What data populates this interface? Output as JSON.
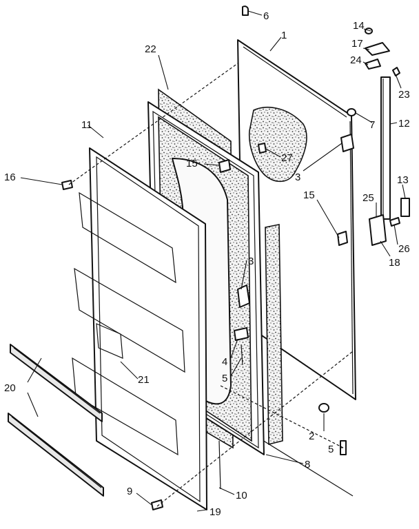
{
  "diagram": {
    "callouts": [
      {
        "id": "1",
        "text": "1"
      },
      {
        "id": "2",
        "text": "2"
      },
      {
        "id": "3a",
        "text": "3"
      },
      {
        "id": "3b",
        "text": "3"
      },
      {
        "id": "4",
        "text": "4"
      },
      {
        "id": "5a",
        "text": "5"
      },
      {
        "id": "5b",
        "text": "5"
      },
      {
        "id": "6",
        "text": "6"
      },
      {
        "id": "7",
        "text": "7"
      },
      {
        "id": "8",
        "text": "8"
      },
      {
        "id": "9",
        "text": "9"
      },
      {
        "id": "10",
        "text": "10"
      },
      {
        "id": "11",
        "text": "11"
      },
      {
        "id": "12",
        "text": "12"
      },
      {
        "id": "13",
        "text": "13"
      },
      {
        "id": "14",
        "text": "14"
      },
      {
        "id": "15a",
        "text": "15"
      },
      {
        "id": "15b",
        "text": "15"
      },
      {
        "id": "16",
        "text": "16"
      },
      {
        "id": "17",
        "text": "17"
      },
      {
        "id": "18",
        "text": "18"
      },
      {
        "id": "19",
        "text": "19"
      },
      {
        "id": "20",
        "text": "20"
      },
      {
        "id": "21",
        "text": "21"
      },
      {
        "id": "22",
        "text": "22"
      },
      {
        "id": "23",
        "text": "23"
      },
      {
        "id": "24",
        "text": "24"
      },
      {
        "id": "25",
        "text": "25"
      },
      {
        "id": "26",
        "text": "26"
      },
      {
        "id": "27",
        "text": "27"
      }
    ]
  }
}
